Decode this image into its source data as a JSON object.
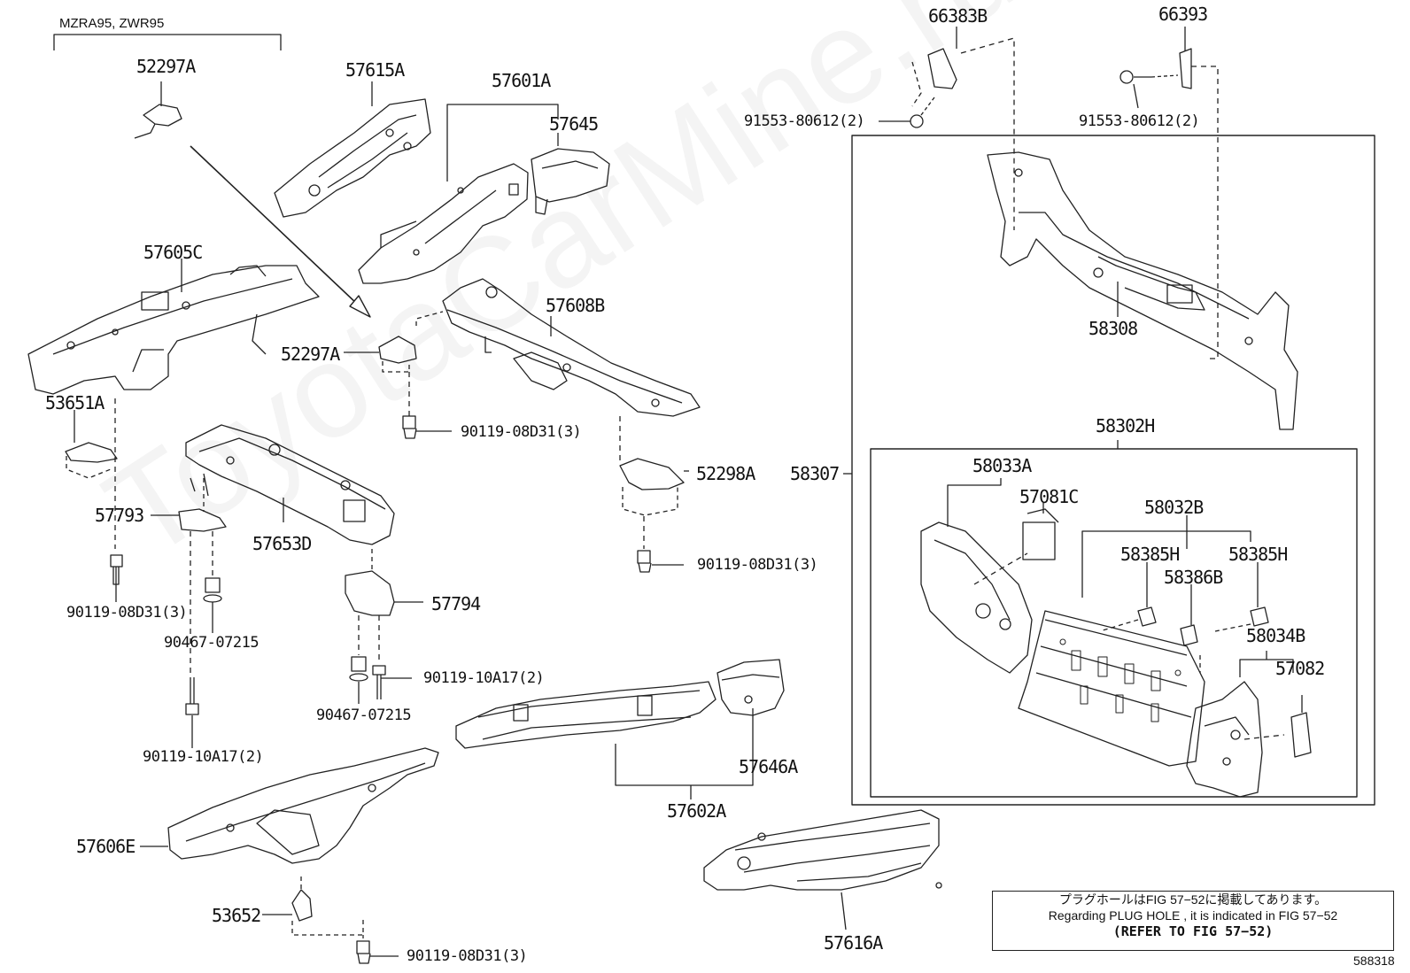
{
  "variant_label": "MZRA95, ZWR95",
  "diagram_id": "588318",
  "watermark": "ToyotaCarMine.ru",
  "note": {
    "jp": "プラグホールはFIG 57−52に掲載してあります。",
    "en": "Regarding  PLUG  HOLE , it is indicated in  FIG  57−52",
    "ref": "(REFER TO FIG 57−52)"
  },
  "parts": {
    "p52297A_top": "52297A",
    "p57615A": "57615A",
    "p57601A": "57601A",
    "p57645": "57645",
    "p57605C": "57605C",
    "p57608B": "57608B",
    "p52297A_mid": "52297A",
    "p53651A": "53651A",
    "p90119_08D31_a": "90119-08D31(3)",
    "p52298A": "52298A",
    "p57793": "57793",
    "p57653D": "57653D",
    "p90119_08D31_b": "90119-08D31(3)",
    "p90119_08D31_c": "90119-08D31(3)",
    "p90467_07215_a": "90467-07215",
    "p57794": "57794",
    "p90119_10A17_a": "90119-10A17(2)",
    "p90467_07215_b": "90467-07215",
    "p90119_10A17_b": "90119-10A17(2)",
    "p57646A": "57646A",
    "p57602A": "57602A",
    "p57606E": "57606E",
    "p53652": "53652",
    "p90119_08D31_d": "90119-08D31(3)",
    "p57616A": "57616A",
    "p66383B": "66383B",
    "p66393": "66393",
    "p91553_a": "91553-80612(2)",
    "p91553_b": "91553-80612(2)",
    "p58308": "58308",
    "p58302H": "58302H",
    "p58307": "58307",
    "p58033A": "58033A",
    "p57081C": "57081C",
    "p58032B": "58032B",
    "p58385H_a": "58385H",
    "p58385H_b": "58385H",
    "p58386B": "58386B",
    "p58034B": "58034B",
    "p57082": "57082"
  }
}
